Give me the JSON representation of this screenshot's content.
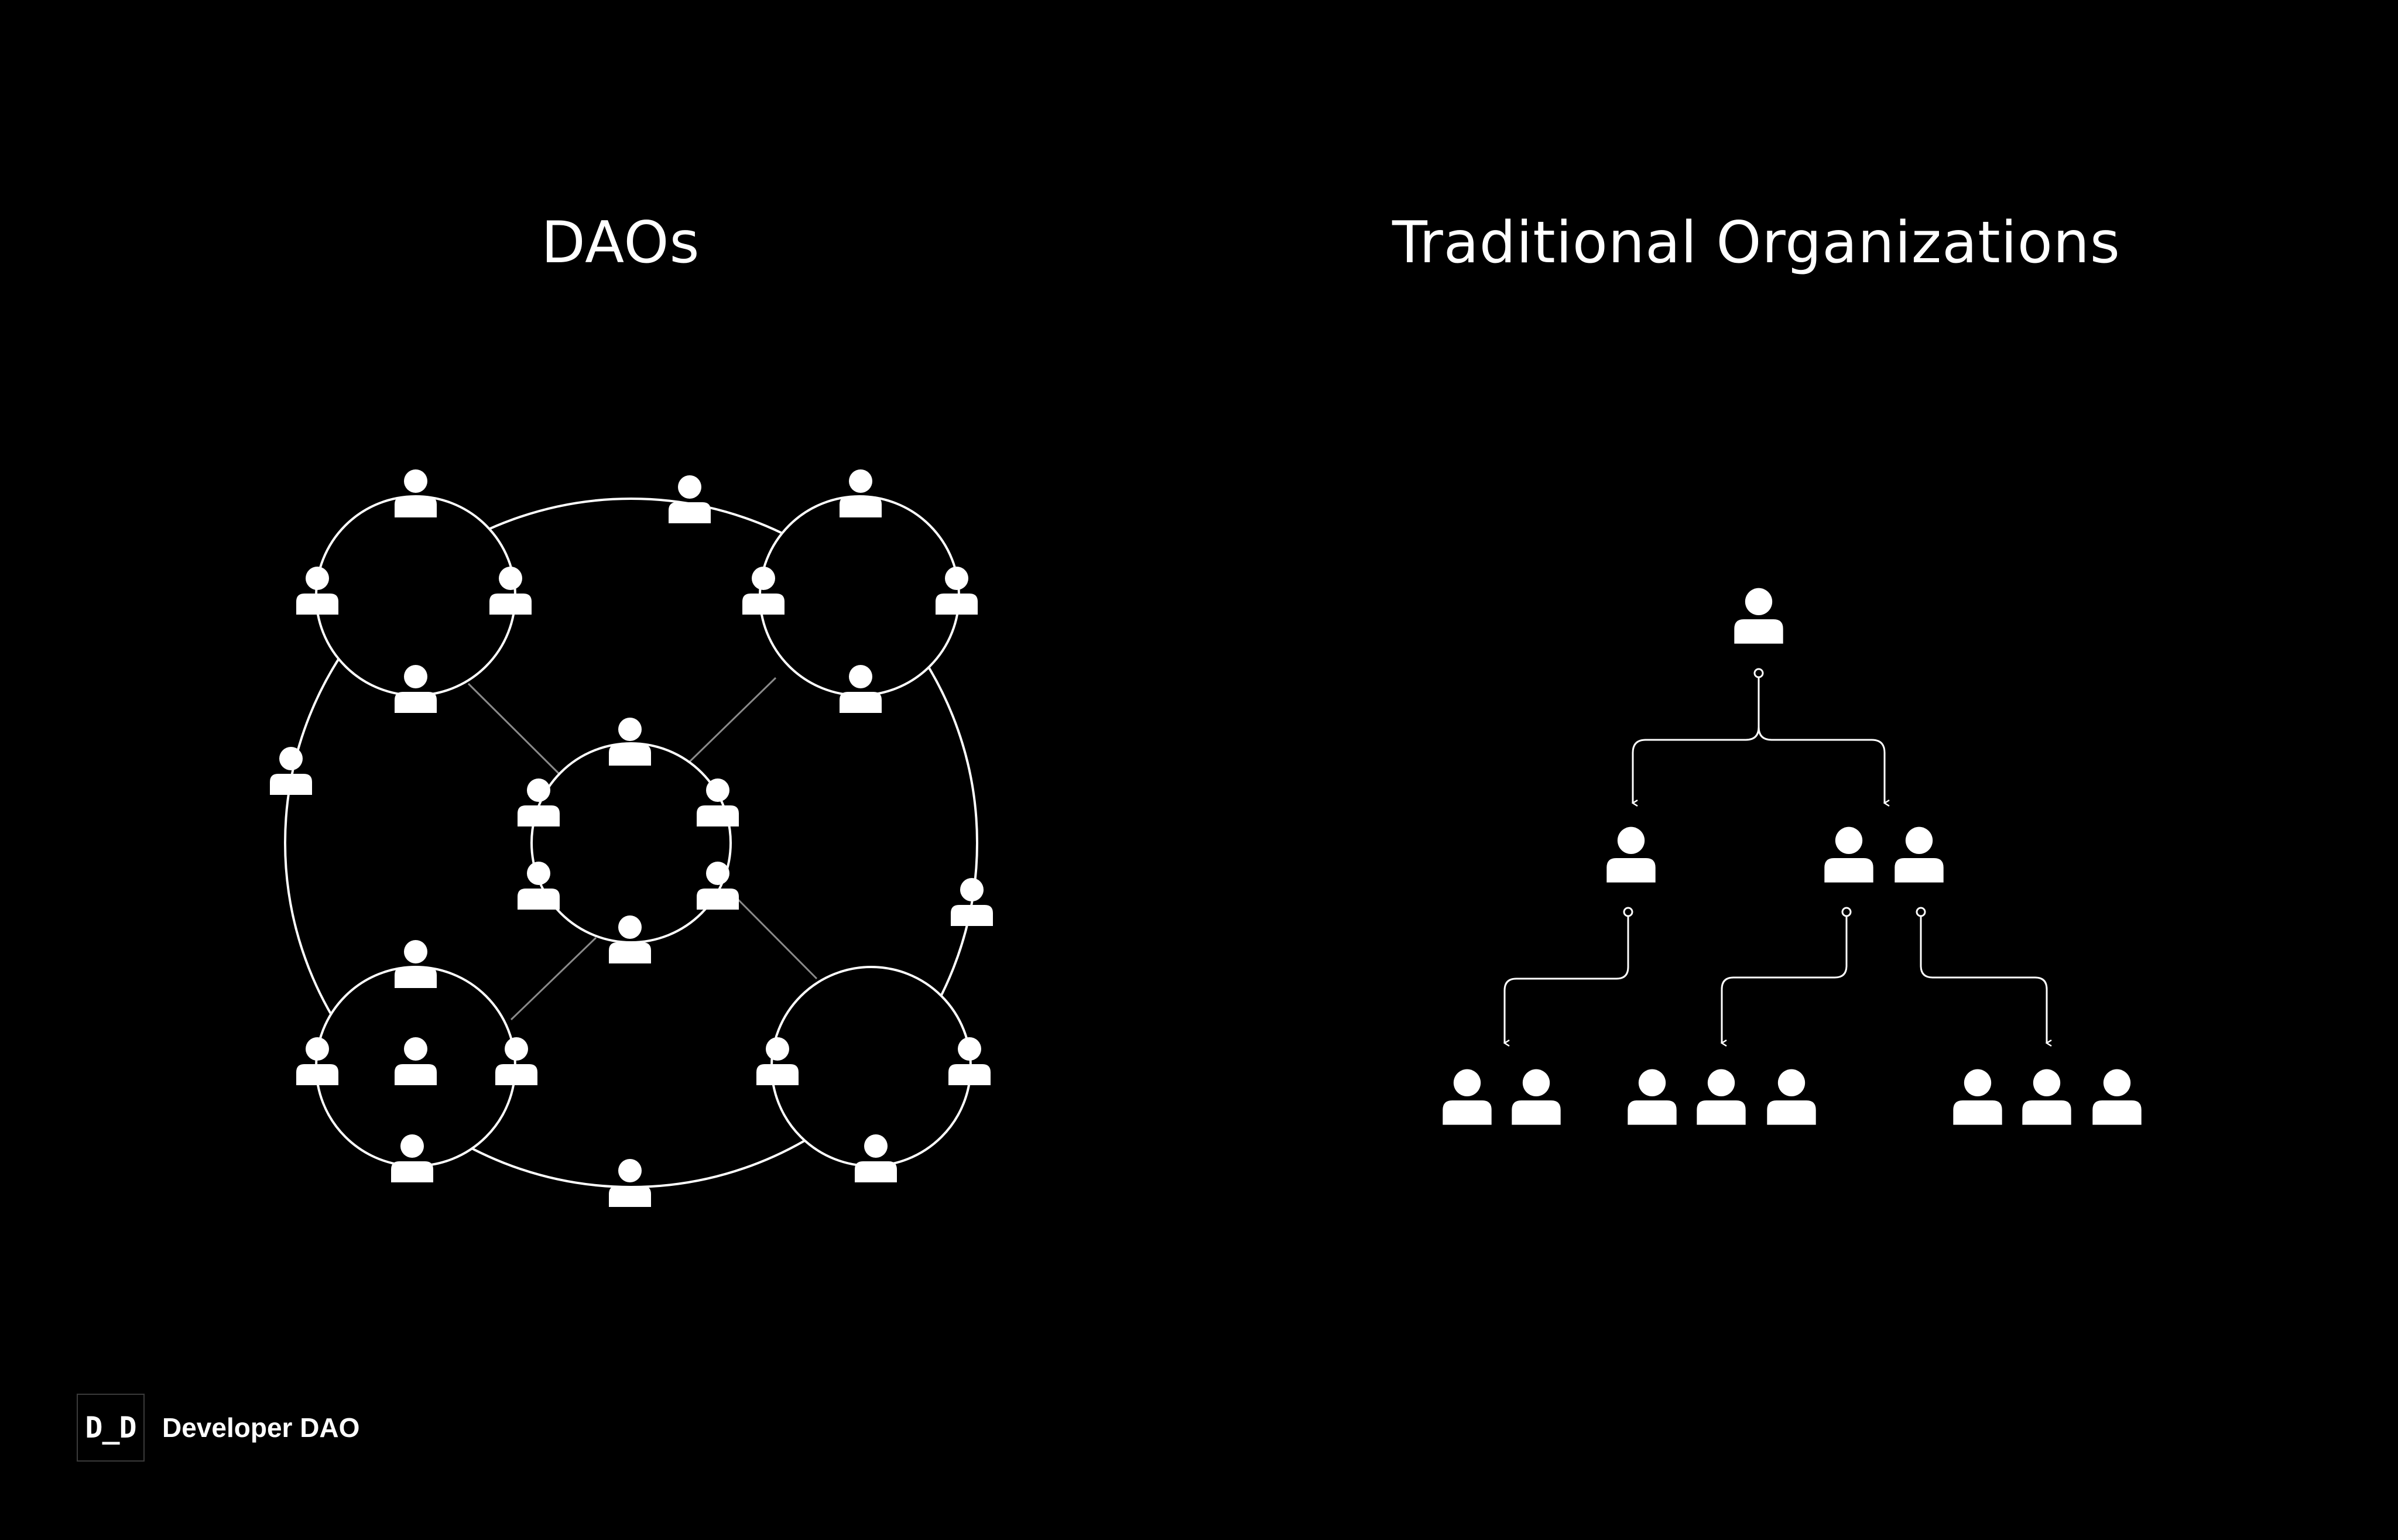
{
  "titles": {
    "left": "DAOs",
    "right": "Traditional Organizations"
  },
  "brand": {
    "mark": "D_D",
    "name": "Developer DAO"
  },
  "icons": {
    "member": "person-icon"
  },
  "colors": {
    "background": "#000000",
    "foreground": "#ffffff",
    "connector": "#8a8a8a"
  }
}
